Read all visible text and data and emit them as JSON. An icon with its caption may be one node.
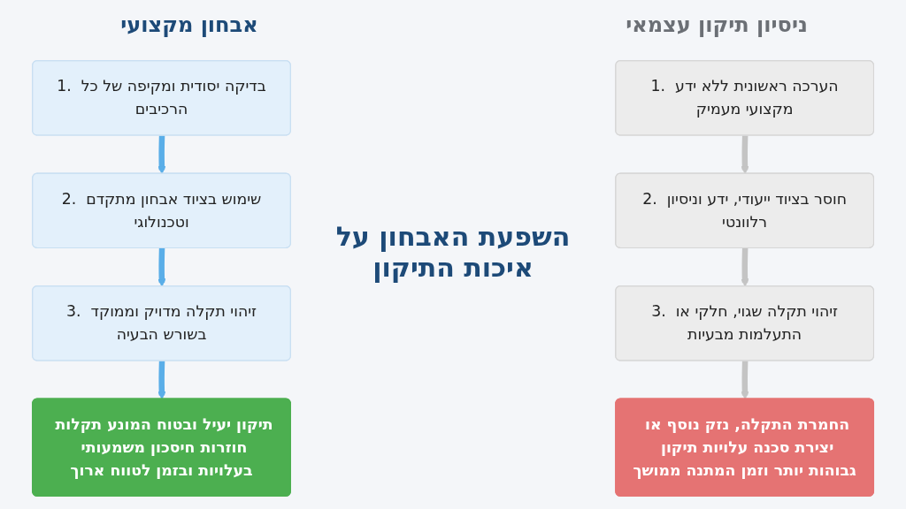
{
  "diagram": {
    "title": "השפעת האבחון על איכות התיקון",
    "nodes": [
      {
        "text": [
          "1. הערכה ראשונית ללא ידע מקצועי מעמיק"
        ]
      },
      {
        "text": [
          "2. חוסר בציוד ייעודי, ידע וניסיון רלוונטי"
        ]
      },
      {
        "text": [
          "3. זיהוי תקלה שגוי, חלקי או התעלמות מבעיות"
        ]
      },
      {
        "text": [
          "החמרת התקלה, נזק נוסף או יצירת סכנה עלויות תיקון גבוהות יותר וזמן המתנה ממושך"
        ]
      },
      {
        "text": [
          "1. בדיקה יסודית ומקיפה של כל הרכיבים"
        ]
      },
      {
        "text": [
          "2. שימוש בציוד אבחון מתקדם וטכנולוגי"
        ]
      },
      {
        "text": [
          "3. זיהוי תקלה מדויק וממוקד בשורש הבעיה"
        ]
      },
      {
        "text": [
          "תיקון יעיל ובטוח המונע תקלות חוזרות חיסכון משמעותי בעלויות ובזמן לטווח ארוך"
        ]
      }
    ],
    "edges": [
      {
        "from": 0,
        "to": 1,
        "arrow": "to",
        "color": "#c4c4c4"
      },
      {
        "from": 1,
        "to": 2,
        "arrow": "to",
        "color": "#c4c4c4"
      },
      {
        "from": 2,
        "to": 3,
        "arrow": "to",
        "color": "#c4c4c4"
      },
      {
        "from": 4,
        "to": 5,
        "arrow": "to",
        "color": "#5aaee8"
      },
      {
        "from": 5,
        "to": 6,
        "arrow": "to",
        "color": "#5aaee8"
      },
      {
        "from": 6,
        "to": 7,
        "arrow": "to",
        "color": "#5aaee8"
      }
    ],
    "labels": [
      "ניסיון תיקון עצמאי",
      "אבחון מקצועי"
    ]
  }
}
